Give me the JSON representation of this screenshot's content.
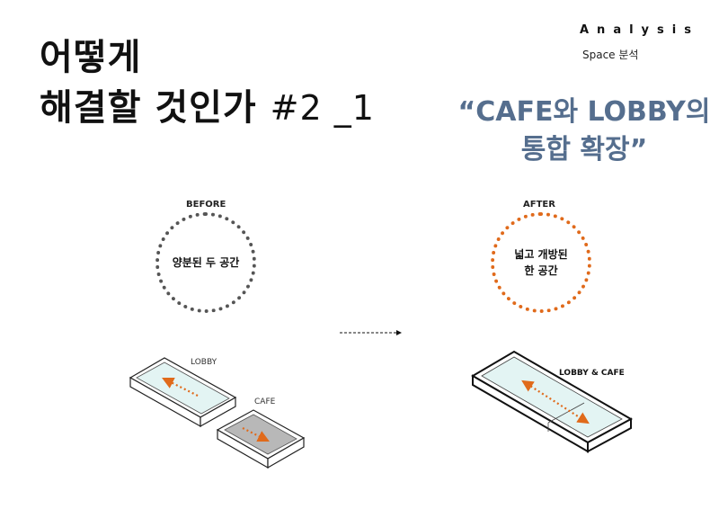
{
  "title": {
    "line1": "어떻게",
    "line2": "해결할 것인가",
    "number": "#2 _1"
  },
  "header": {
    "section_en": "Analysis",
    "section_ko": "Space 분석"
  },
  "quote": {
    "line1": "“CAFE와 LOBBY의",
    "line2": "통합 확장”"
  },
  "before": {
    "label": "BEFORE",
    "circle_text": "양분된 두 공간",
    "box1_label": "LOBBY",
    "box2_label": "CAFE"
  },
  "after": {
    "label": "AFTER",
    "circle_line1": "넓고 개방된",
    "circle_line2": "한 공간",
    "box_label": "LOBBY & CAFE"
  },
  "colors": {
    "accent_blue": "#556e8e",
    "accent_orange": "#e06a1b",
    "floor_light": "#e3f4f3",
    "floor_gray": "#b8b8b8"
  }
}
